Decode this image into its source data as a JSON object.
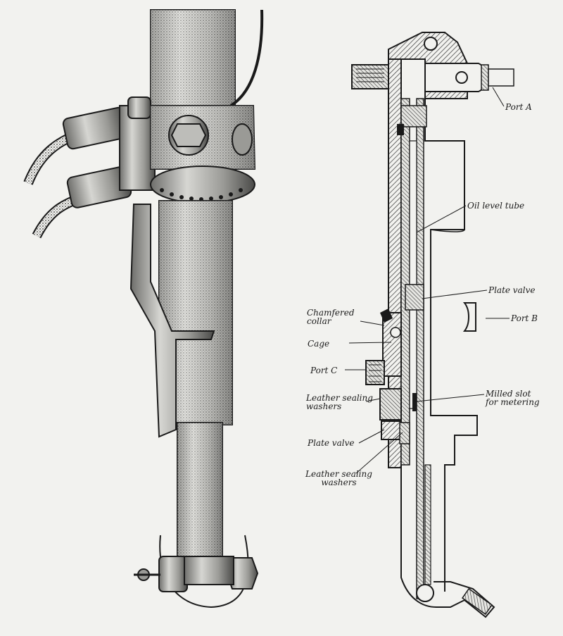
{
  "labels": {
    "port_a": "Port A",
    "oil_level_tube": "Oil level tube",
    "plate_valve_upper": "Plate valve",
    "port_b": "Port B",
    "chamfered_collar": "Chamfered\ncollar",
    "cage": "Cage",
    "port_c": "Port C",
    "milled_slot": "Milled slot\nfor metering",
    "leather_washers_upper": "Leather sealing\nwashers",
    "plate_valve_lower": "Plate valve",
    "leather_washers_lower": "Leather sealing\nwashers"
  },
  "colors": {
    "ink": "#1a1a1a",
    "paper": "#f2f2ef",
    "shade": "#8c8c88",
    "hatch": "#555552"
  }
}
